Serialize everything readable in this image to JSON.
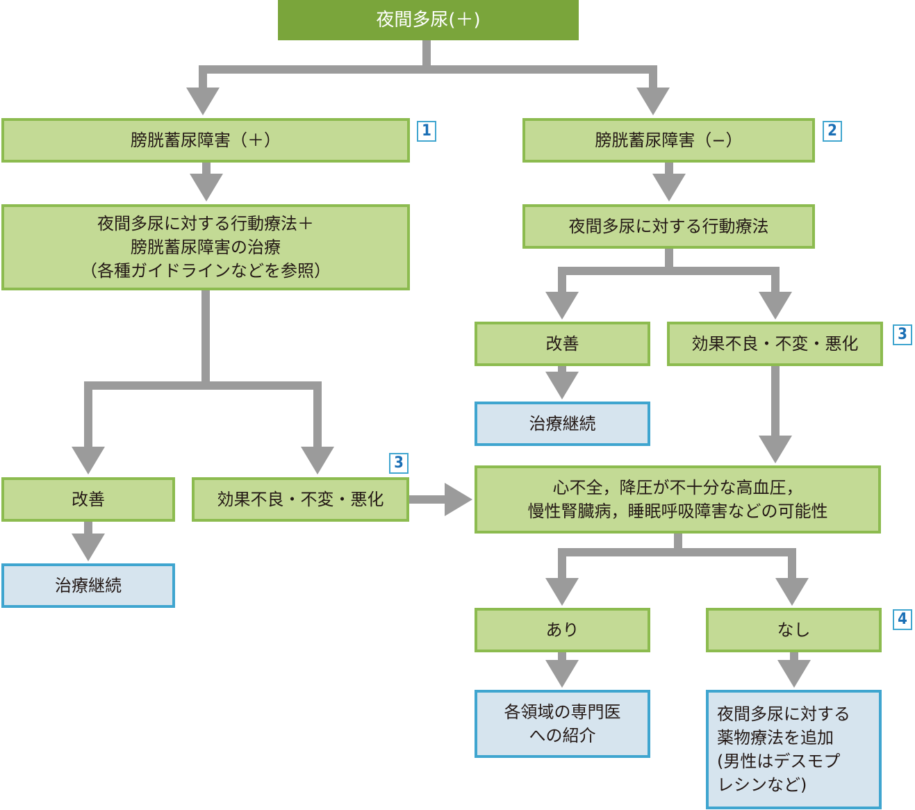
{
  "colors": {
    "top_fill": "#7aa53b",
    "green_fill": "#c3da95",
    "green_border": "#8cbb4f",
    "blue_fill": "#d6e4ee",
    "blue_border": "#3fa5cf",
    "arrow": "#9b9b9b",
    "badge_text": "#1a6fb5"
  },
  "nodes": {
    "root": "夜間多尿(＋)",
    "bladder_pos": "膀胱蓄尿障害（＋）",
    "bladder_neg": "膀胱蓄尿障害（−）",
    "left_therapy": "夜間多尿に対する行動療法＋\n膀胱蓄尿障害の治療\n（各種ガイドラインなどを参照）",
    "right_therapy": "夜間多尿に対する行動療法",
    "left_improve": "改善",
    "left_continue": "治療継続",
    "left_poor": "効果不良・不変・悪化",
    "right_improve": "改善",
    "right_continue": "治療継続",
    "right_poor": "効果不良・不変・悪化",
    "possibility": "心不全，降圧が不十分な高血圧，\n慢性腎臓病，睡眠呼吸障害などの可能性",
    "yes": "あり",
    "no": "なし",
    "referral": "各領域の専門医\nへの紹介",
    "drug": "夜間多尿に対する\n薬物療法を追加\n(男性はデスモプ\nレシンなど)"
  },
  "badges": {
    "b1": "1",
    "b2": "2",
    "b3_right": "3",
    "b3_left": "3",
    "b4": "4"
  }
}
